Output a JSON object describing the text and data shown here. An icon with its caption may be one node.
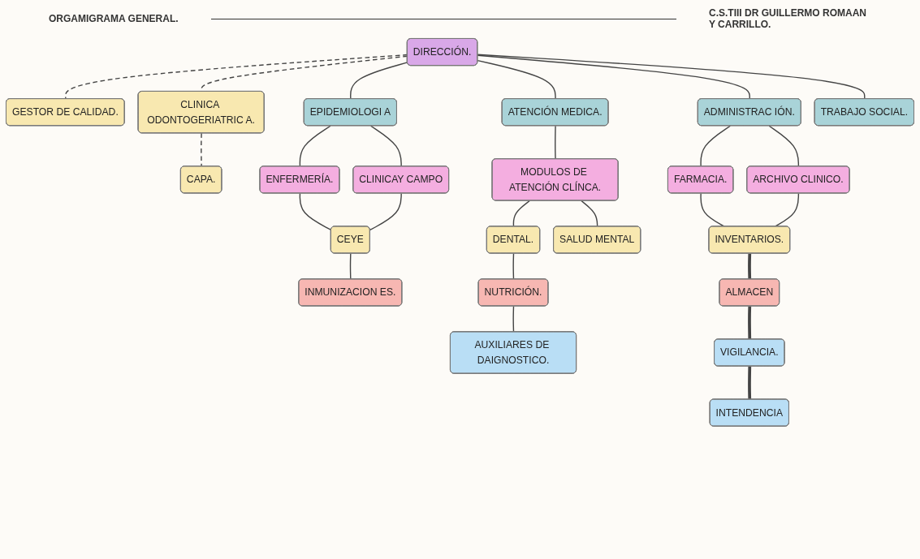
{
  "diagram": {
    "title": "ORGAMIGRAMA GENERAL.",
    "nodes": [
      {
        "text": [
          "DIRECCIÓN."
        ]
      },
      {
        "text": [
          "GESTOR DE CALIDAD."
        ]
      },
      {
        "text": [
          "CLINICA ODONTOGERIATRIC A."
        ]
      },
      {
        "text": [
          "CAPA."
        ]
      },
      {
        "text": [
          "EPIDEMIOLOGI A"
        ]
      },
      {
        "text": [
          "ATENCIÓN MEDICA."
        ]
      },
      {
        "text": [
          "ADMINISTRAC IÓN."
        ]
      },
      {
        "text": [
          "TRABAJO SOCIAL."
        ]
      },
      {
        "text": [
          "ENFERMERÍA."
        ]
      },
      {
        "text": [
          "CLINICAY CAMPO"
        ]
      },
      {
        "text": [
          "MODULOS DE ATENCIÓN CLÍNCA."
        ]
      },
      {
        "text": [
          "FARMACIA."
        ]
      },
      {
        "text": [
          "ARCHIVO CLINICO."
        ]
      },
      {
        "text": [
          "CEYE"
        ]
      },
      {
        "text": [
          "DENTAL."
        ]
      },
      {
        "text": [
          "SALUD MENTAL"
        ]
      },
      {
        "text": [
          "INVENTARIOS."
        ]
      },
      {
        "text": [
          "INMUNIZACION ES."
        ]
      },
      {
        "text": [
          "NUTRICIÓN."
        ]
      },
      {
        "text": [
          "AUXILIARES DE DAIGNOSTICO."
        ]
      },
      {
        "text": [
          "ALMACEN"
        ]
      },
      {
        "text": [
          "VIGILANCIA."
        ]
      },
      {
        "text": [
          "INTENDENCIA"
        ]
      }
    ],
    "edges": [
      {
        "from": 0,
        "to": 1,
        "arrow": "none",
        "style": "dashed"
      },
      {
        "from": 0,
        "to": 2,
        "arrow": "none",
        "style": "dashed"
      },
      {
        "from": 2,
        "to": 3,
        "arrow": "none",
        "style": "dashed"
      },
      {
        "from": 0,
        "to": 4,
        "arrow": "none"
      },
      {
        "from": 0,
        "to": 5,
        "arrow": "none"
      },
      {
        "from": 0,
        "to": 6,
        "arrow": "none"
      },
      {
        "from": 0,
        "to": 7,
        "arrow": "none"
      },
      {
        "from": 4,
        "to": 8,
        "arrow": "none"
      },
      {
        "from": 4,
        "to": 9,
        "arrow": "none"
      },
      {
        "from": 5,
        "to": 10,
        "arrow": "none"
      },
      {
        "from": 6,
        "to": 11,
        "arrow": "none"
      },
      {
        "from": 6,
        "to": 12,
        "arrow": "none"
      },
      {
        "from": 8,
        "to": 13,
        "arrow": "none"
      },
      {
        "from": 9,
        "to": 13,
        "arrow": "none"
      },
      {
        "from": 10,
        "to": 14,
        "arrow": "none"
      },
      {
        "from": 10,
        "to": 15,
        "arrow": "none"
      },
      {
        "from": 11,
        "to": 16,
        "arrow": "none"
      },
      {
        "from": 12,
        "to": 16,
        "arrow": "none"
      },
      {
        "from": 13,
        "to": 17,
        "arrow": "none"
      },
      {
        "from": 14,
        "to": 18,
        "arrow": "none"
      },
      {
        "from": 18,
        "to": 19,
        "arrow": "none"
      },
      {
        "from": 16,
        "to": 20,
        "arrow": "none",
        "style": "thick"
      },
      {
        "from": 20,
        "to": 21,
        "arrow": "none",
        "style": "thick"
      },
      {
        "from": 21,
        "to": 22,
        "arrow": "none",
        "style": "thick"
      }
    ],
    "labels": [
      "C.S.TIII DR GUILLERMO ROMAAN Y CARRILLO."
    ]
  }
}
